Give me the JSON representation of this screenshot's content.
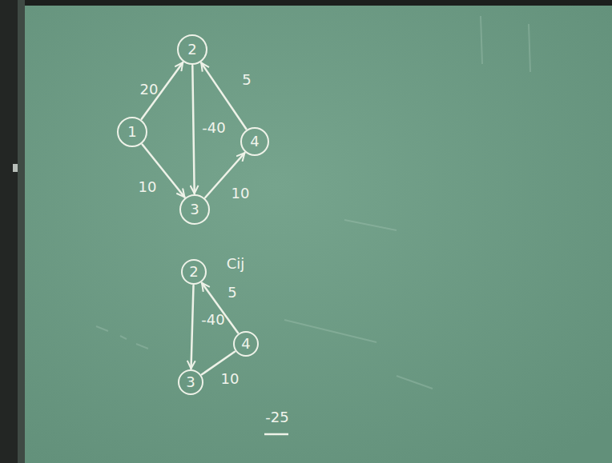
{
  "diagram": {
    "nodes": [
      {
        "text": [
          "2"
        ]
      },
      {
        "text": [
          "1"
        ]
      },
      {
        "text": [
          "4"
        ]
      },
      {
        "text": [
          "3"
        ]
      },
      {
        "text": [
          "2"
        ]
      },
      {
        "text": [
          "4"
        ]
      },
      {
        "text": [
          "3"
        ]
      }
    ],
    "edges": [
      {
        "from": 1,
        "to": 0,
        "arrow": "to",
        "label": "20"
      },
      {
        "from": 1,
        "to": 3,
        "arrow": "to",
        "label": "10"
      },
      {
        "from": 0,
        "to": 3,
        "arrow": "to",
        "label": "-40"
      },
      {
        "from": 3,
        "to": 2,
        "arrow": "to",
        "label": "10"
      },
      {
        "from": 2,
        "to": 0,
        "arrow": "to",
        "label": "5"
      },
      {
        "from": 4,
        "to": 6,
        "arrow": "to",
        "label": "-40"
      },
      {
        "from": 6,
        "to": 5,
        "arrow": "none",
        "label": "10"
      },
      {
        "from": 5,
        "to": 4,
        "arrow": "to",
        "label": "5"
      }
    ],
    "labels": [
      "Cij",
      "-25"
    ]
  }
}
